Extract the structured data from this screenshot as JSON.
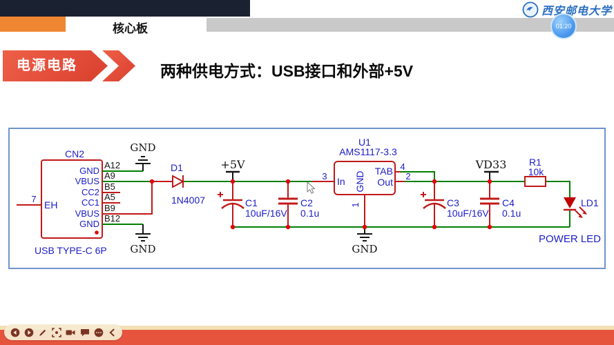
{
  "header": {
    "tab_label": "核心板",
    "university": "西安邮电大学",
    "timer": "01:20"
  },
  "banner": {
    "label": "电源电路"
  },
  "title": "两种供电方式：USB接口和外部+5V",
  "schematic": {
    "gnd_label": "GND",
    "power_5v": "+5V",
    "vd33": "VD33",
    "cn2": {
      "ref": "CN2",
      "type_label": "USB TYPE-C 6P",
      "left_pin_num": "7",
      "left_pin_name": "EH",
      "pins": [
        {
          "name": "GND",
          "net": "A12"
        },
        {
          "name": "VBUS",
          "net": "A9"
        },
        {
          "name": "CC2",
          "net": "B5"
        },
        {
          "name": "CC1",
          "net": "A5"
        },
        {
          "name": "VBUS",
          "net": "B9"
        },
        {
          "name": "GND",
          "net": "B12"
        }
      ]
    },
    "d1": {
      "ref": "D1",
      "part": "1N4007"
    },
    "c1": {
      "ref": "C1",
      "value": "10uF/16V"
    },
    "c2": {
      "ref": "C2",
      "value": "0.1u"
    },
    "u1": {
      "ref": "U1",
      "part": "AMS1117-3.3",
      "pin_in": "In",
      "pin_gnd": "GND",
      "pin_tab": "TAB",
      "pin_out": "Out",
      "num_in": "3",
      "num_gnd": "1",
      "num_tab": "4",
      "num_out": "2"
    },
    "c3": {
      "ref": "C3",
      "value": "10uF/16V"
    },
    "c4": {
      "ref": "C4",
      "value": "0.1u"
    },
    "r1": {
      "ref": "R1",
      "value": "10k"
    },
    "ld1": {
      "ref": "LD1",
      "caption": "POWER LED"
    }
  },
  "toolbar": {
    "icons": [
      "back",
      "forward",
      "pen",
      "capture",
      "record",
      "comment",
      "more",
      "collapse"
    ]
  },
  "colors": {
    "accent_orange": "#EF8632",
    "banner_red": "#E2503A",
    "bottom_bar_red": "#E6543E",
    "cream": "#F2E0B4",
    "gray_bar": "#C9C9C9",
    "dark_bar": "#1A2130",
    "wire_green": "#007F00",
    "component_red": "#C01818",
    "junction_red": "#E00505",
    "label_blue": "#1C1CC8",
    "schematic_border": "#6F93CB",
    "timer_blue": "#4D9BEF",
    "logo_blue": "#2B6FC2"
  }
}
